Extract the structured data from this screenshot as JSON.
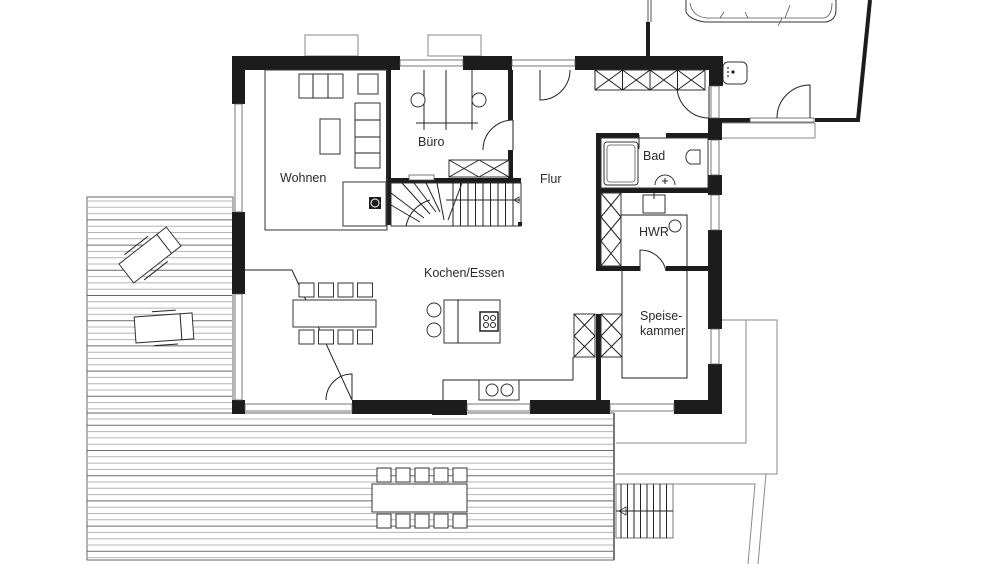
{
  "plan": {
    "type": "floor-plan",
    "description": "Ground floor plan with terrace and carport",
    "colors": {
      "walls": "#1c1c1c",
      "lines": "#222222",
      "deck": "#b5b5b5",
      "background": "#ffffff"
    },
    "rooms": [
      {
        "id": "wohnen",
        "label": "Wohnen"
      },
      {
        "id": "buero",
        "label": "Büro"
      },
      {
        "id": "flur",
        "label": "Flur"
      },
      {
        "id": "bad",
        "label": "Bad"
      },
      {
        "id": "hwr",
        "label": "HWR"
      },
      {
        "id": "kochen_essen",
        "label": "Kochen/Essen"
      },
      {
        "id": "speisekammer",
        "label_line1": "Speise-",
        "label_line2": "kammer"
      }
    ]
  }
}
